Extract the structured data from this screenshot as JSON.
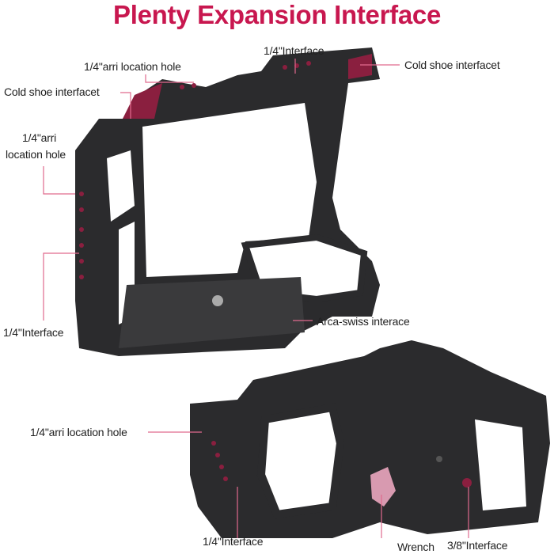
{
  "title": "Plenty Expansion Interface",
  "accent_color": "#c8174f",
  "cage_color": "#2b2b2d",
  "highlight_color": "#8a1f3f",
  "callouts": {
    "top_quarter_interface": "1/4\"Interface",
    "top_arri_hole": "1/4\"arri location hole",
    "right_cold_shoe": "Cold shoe interfacet",
    "left_cold_shoe": "Cold shoe interfacet",
    "left_arri_hole_line1": "1/4\"arri",
    "left_arri_hole_line2": "location hole",
    "left_quarter_interface": "1/4\"Interface",
    "arca_swiss": "Arca-swiss interace",
    "bottom_arri_hole": "1/4\"arri location hole",
    "bottom_quarter_interface": "1/4\"Interface",
    "wrench": "Wrench",
    "three_eighths_interface": "3/8\"Interface"
  }
}
